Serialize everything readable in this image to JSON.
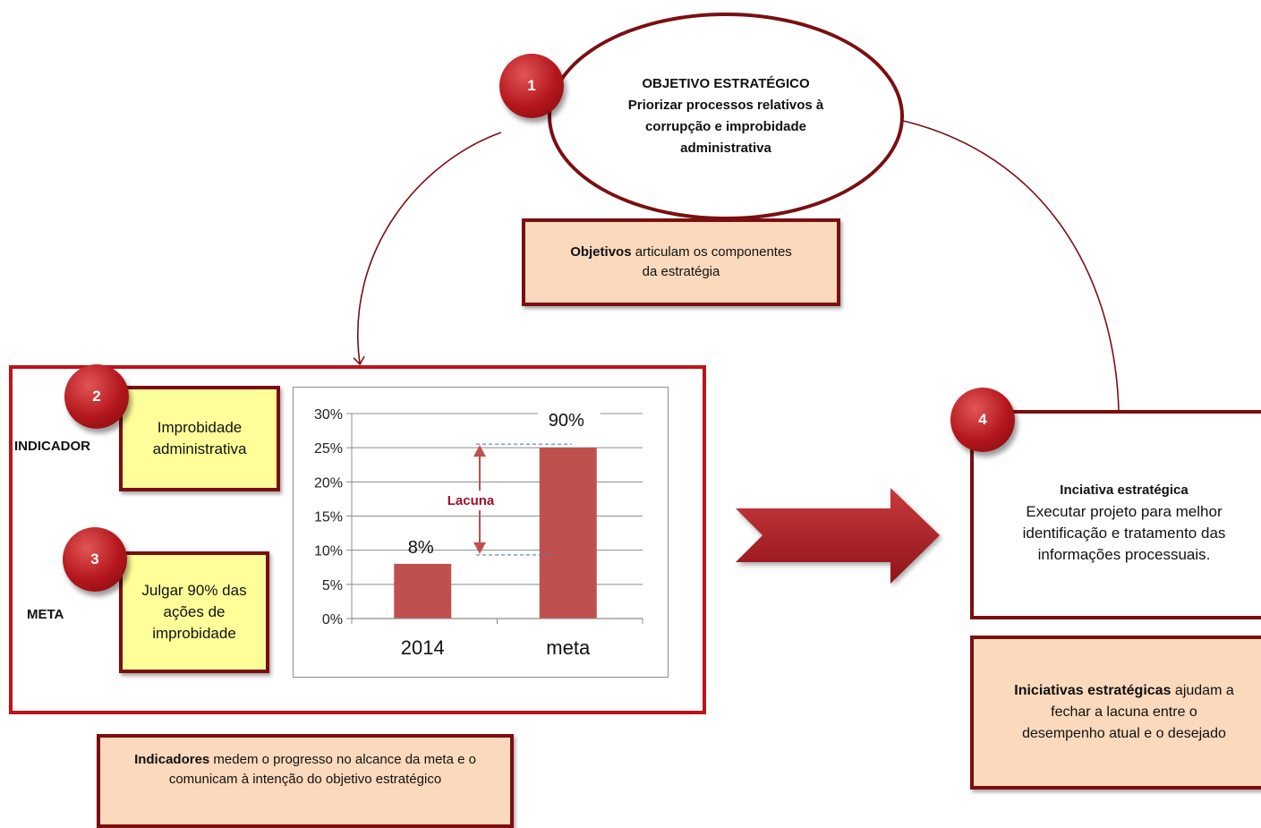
{
  "objective": {
    "number": "1",
    "heading": "OBJETIVO ESTRATÉGICO",
    "text": "Priorizar processos relativos à corrupção e improbidade administrativa"
  },
  "objectives_note": {
    "bold": "Objetivos",
    "rest": " articulam os componentes da estratégia"
  },
  "indicator": {
    "number": "2",
    "side_label": "INDICADOR",
    "text": "Improbidade administrativa"
  },
  "goal": {
    "number": "3",
    "side_label": "META",
    "text": "Julgar 90% das ações de improbidade"
  },
  "indicators_note": {
    "bold": "Indicadores",
    "rest": " medem o progresso no alcance da meta e o comunicam à intenção do objetivo estratégico"
  },
  "initiative": {
    "number": "4",
    "title": "Inciativa estratégica",
    "text": "Executar projeto para melhor identificação e tratamento das informações processuais."
  },
  "initiatives_note": {
    "bold": "Iniciativas estratégicas",
    "rest": " ajudam a fechar a lacuna entre o desempenho atual e o desejado"
  },
  "colors": {
    "dark_red": "#7a0f12",
    "bar": "#c0504d",
    "peach": "#fbd9bc",
    "yellow": "#ffff99",
    "gap": "#a0102a"
  },
  "chart_data": {
    "type": "bar",
    "categories": [
      "2014",
      "meta"
    ],
    "values": [
      8,
      25
    ],
    "data_labels": [
      "8%",
      "90%"
    ],
    "yticks": [
      "0%",
      "5%",
      "10%",
      "15%",
      "20%",
      "25%",
      "30%"
    ],
    "ylim": [
      0,
      30
    ],
    "grid": true,
    "annotation": "Lacuna"
  }
}
